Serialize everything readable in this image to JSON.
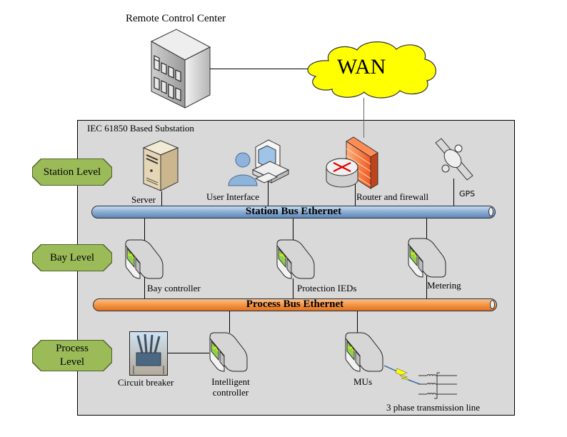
{
  "remote": {
    "title": "Remote Control Center",
    "wan_label": "WAN"
  },
  "substation": {
    "title": "IEC 61850 Based Substation"
  },
  "levels": {
    "station": "Station Level",
    "bay": "Bay Level",
    "process_line1": "Process",
    "process_line2": "Level"
  },
  "station_devices": {
    "server": "Server",
    "user_interface": "User Interface",
    "router_firewall": "Router and firewall",
    "gps": "GPS"
  },
  "buses": {
    "station": "Station Bus Ethernet",
    "process": "Process Bus Ethernet"
  },
  "bay_devices": {
    "bay_controller": "Bay controller",
    "protection": "Protection IEDs",
    "metering": "Metering"
  },
  "process_devices": {
    "circuit_breaker": "Circuit breaker",
    "intelligent_controller_line1": "Intelligent",
    "intelligent_controller_line2": "controller",
    "mus": "MUs",
    "transmission_line": "3 phase transmission line"
  },
  "colors": {
    "level_fill": "#9bbb59",
    "station_bus": "#8fb0d4",
    "process_bus": "#f59a4a",
    "wan_cloud": "#ffff00",
    "substation_bg": "#d9d9d9"
  }
}
